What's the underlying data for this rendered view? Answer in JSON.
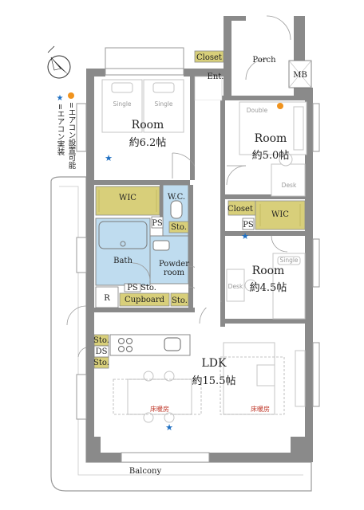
{
  "rooms": {
    "room1_name": "Room",
    "room1_size": "約6.2帖",
    "room2_name": "Room",
    "room2_size": "約5.0帖",
    "room3_name": "Room",
    "room3_size": "約4.5帖",
    "ldk_name": "LDK",
    "ldk_size": "約15.5帖",
    "bath": "Bath",
    "powder_line1": "Powder",
    "powder_line2": "room",
    "wc": "W.C.",
    "porch": "Porch",
    "entrance": "Ent.",
    "balcony": "Balcony"
  },
  "storage": {
    "closet_top": "Closet",
    "closet_mid": "Closet",
    "wic_left": "WIC",
    "wic_right": "WIC",
    "cupboard": "Cupboard",
    "sto_1": "Sto.",
    "sto_2": "Sto.",
    "sto_3": "Sto.",
    "sto_kitchen1": "Sto.",
    "ds": "DS",
    "sto_kitchen2": "Sto.",
    "mb": "MB",
    "ps_1": "PS",
    "ps_2": "PS",
    "ps_3": "PS",
    "r": "R"
  },
  "furniture": {
    "single1": "Single",
    "single2": "Single",
    "double": "Double",
    "desk1": "Desk",
    "desk2": "Desk",
    "single3": "Single"
  },
  "heating": {
    "floor_heat1": "床暖房",
    "floor_heat2": "床暖房"
  },
  "legend": {
    "orange_label": "=エアコン設置可能",
    "blue_label": "=エアコン実装",
    "orange_color": "#f0931e",
    "blue_color": "#1e6fc2"
  },
  "colors": {
    "wall": "#8a8a8a",
    "storage": "#d8cf7a",
    "wet_area": "#bfdcef"
  }
}
